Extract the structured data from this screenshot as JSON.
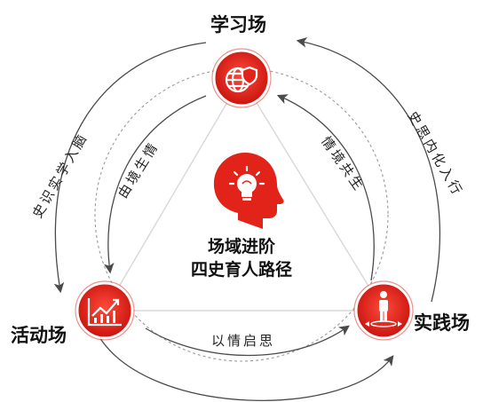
{
  "nodes": {
    "learning": "学习场",
    "activity": "活动场",
    "practice": "实践场"
  },
  "center": {
    "line1": "场域进阶",
    "line2": "四史育人路径"
  },
  "arcs": {
    "outer_left": "史识实学入脑",
    "outer_right": "史思内化入行",
    "inner_left": "由境生情",
    "inner_right": "情境共生",
    "inner_bottom": "以情启思"
  },
  "colors": {
    "accent": "#e2231a",
    "arrow": "#4a4a4a",
    "dashed": "#9a9a9a",
    "triangle": "#d8d8d8"
  }
}
